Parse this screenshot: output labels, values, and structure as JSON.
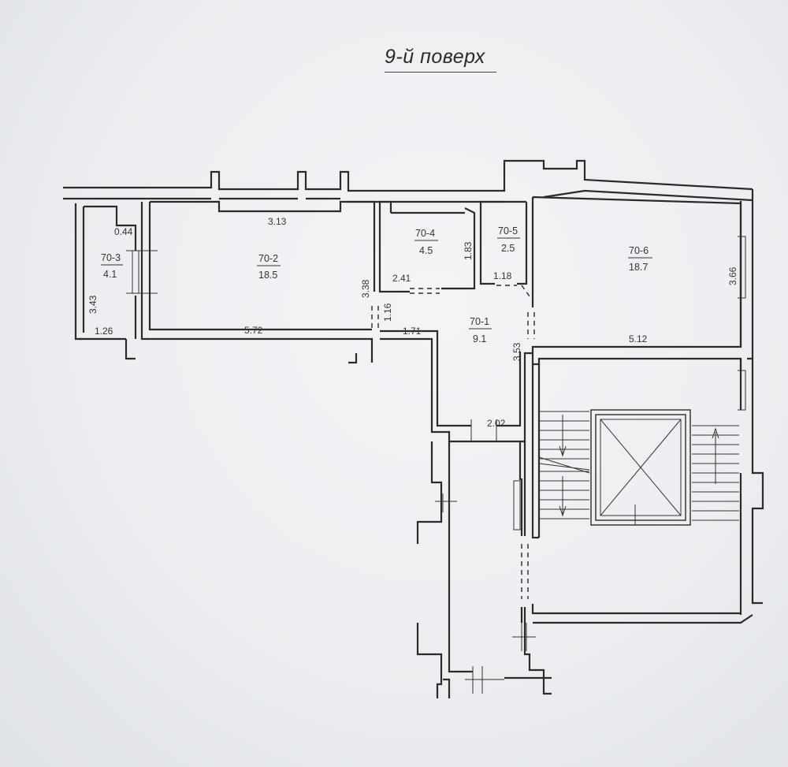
{
  "title": "9-й поверх",
  "rooms": [
    {
      "id": "70-1",
      "area": "9.1"
    },
    {
      "id": "70-2",
      "area": "18.5"
    },
    {
      "id": "70-3",
      "area": "4.1"
    },
    {
      "id": "70-4",
      "area": "4.5"
    },
    {
      "id": "70-5",
      "area": "2.5"
    },
    {
      "id": "70-6",
      "area": "18.7"
    }
  ],
  "dimensions": {
    "d_0_44": "0.44",
    "d_3_43": "3.43",
    "d_1_26": "1.26",
    "d_3_13": "3.13",
    "d_3_38": "3.38",
    "d_5_72": "5.72",
    "d_1_16": "1.16",
    "d_1_71": "1.71",
    "d_2_41": "2.41",
    "d_1_83": "1.83",
    "d_1_18": "1.18",
    "d_3_53": "3.53",
    "d_3_66": "3.66",
    "d_5_12": "5.12",
    "d_2_02": "2.02"
  }
}
